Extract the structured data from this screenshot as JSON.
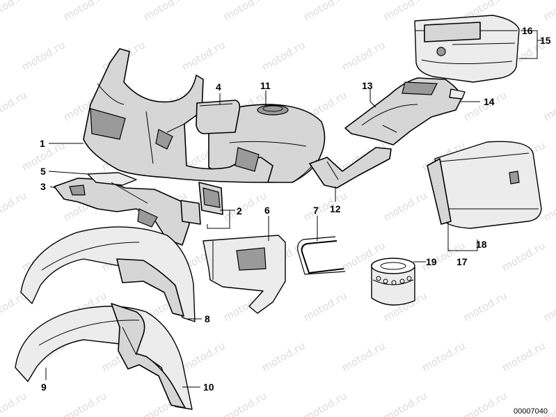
{
  "diagram": {
    "document_number": "00007040",
    "watermark": "motod.ru",
    "callouts": [
      "1",
      "2",
      "3",
      "4",
      "5",
      "6",
      "7",
      "8",
      "9",
      "10",
      "11",
      "12",
      "13",
      "14",
      "15",
      "16",
      "17",
      "18",
      "19"
    ]
  }
}
